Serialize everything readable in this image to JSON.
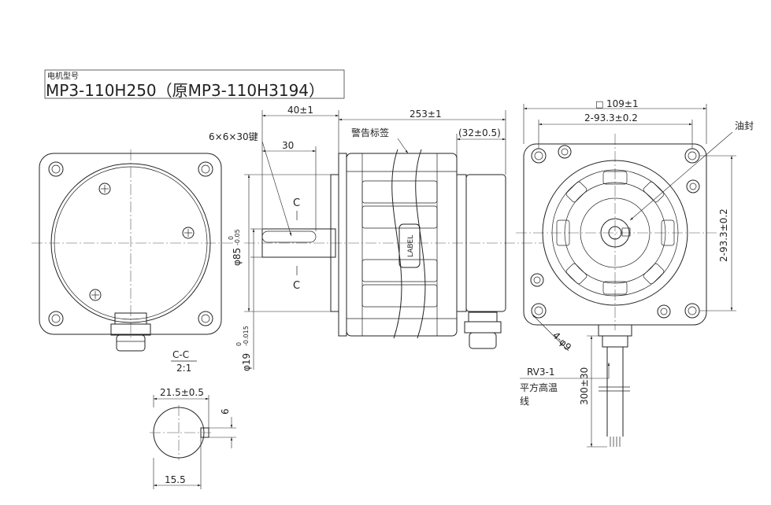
{
  "title_block": {
    "caption": "电机型号",
    "model": "MP3-110H250（原MP3-110H3194）"
  },
  "side_view": {
    "dim_40": "40±1",
    "dim_253": "253±1",
    "dim_32": "(32±0.5)",
    "dim_30": "30",
    "key_label": "6×6×30键",
    "warning_label": "警告标签",
    "section_c_top": "C",
    "section_c_bottom": "C",
    "label_text": "LABEL",
    "dia_85": "φ85",
    "dia_85_tol_upper": "0",
    "dia_85_tol_lower": "-0.05",
    "dia_19": "φ19",
    "dia_19_tol_upper": "0",
    "dia_19_tol_lower": "-0.015"
  },
  "section_view": {
    "title": "C-C",
    "scale": "2:1",
    "dim_21_5": "21.5±0.5",
    "dim_6": "6",
    "dim_15_5": "15.5"
  },
  "end_view": {
    "square_symbol": "□",
    "dim_109": "109±1",
    "dim_93_3_h": "2-93.3±0.2",
    "dim_93_3_v": "2-93.3±0.2",
    "oil_seal": "油封",
    "holes": "4-φ9",
    "cable_dim": "300±30",
    "cable_type": "RV3-1",
    "cable_desc_1": "平方高温",
    "cable_desc_2": "线"
  }
}
